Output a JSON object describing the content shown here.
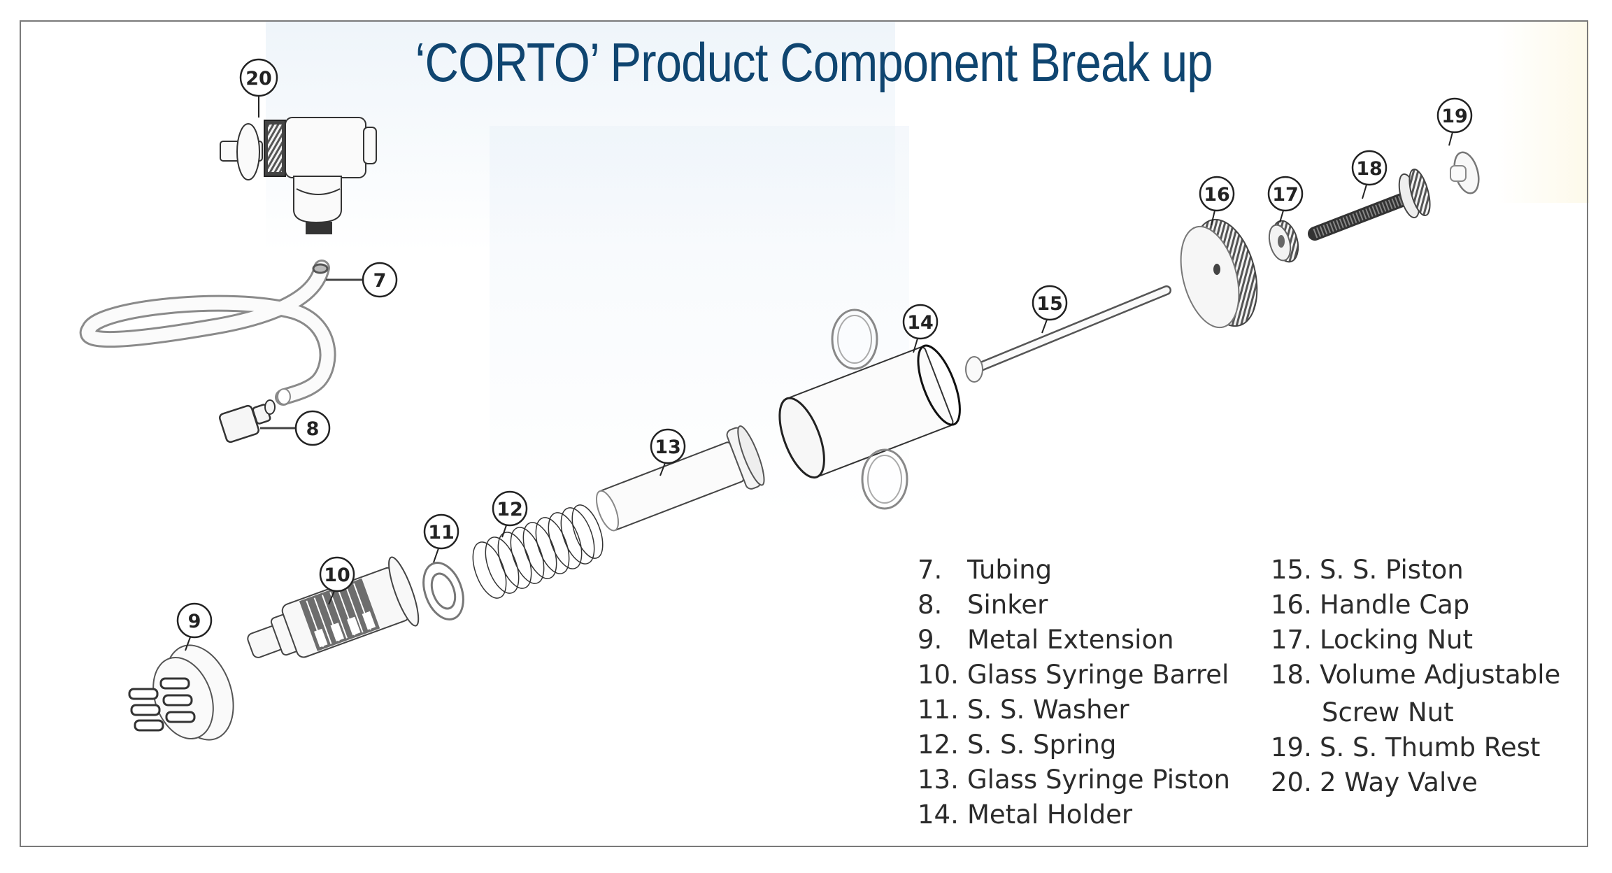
{
  "title": "‘CORTO’ Product Component Break up",
  "colors": {
    "title": "#0f4570",
    "text": "#2b2b2b",
    "frame": "#7a7a7a",
    "linework": "#3a3a3a"
  },
  "callouts": [
    {
      "id": "7",
      "label": "7"
    },
    {
      "id": "8",
      "label": "8"
    },
    {
      "id": "9",
      "label": "9"
    },
    {
      "id": "10",
      "label": "10"
    },
    {
      "id": "11",
      "label": "11"
    },
    {
      "id": "12",
      "label": "12"
    },
    {
      "id": "13",
      "label": "13"
    },
    {
      "id": "14",
      "label": "14"
    },
    {
      "id": "15",
      "label": "15"
    },
    {
      "id": "16",
      "label": "16"
    },
    {
      "id": "17",
      "label": "17"
    },
    {
      "id": "18",
      "label": "18"
    },
    {
      "id": "19",
      "label": "19"
    },
    {
      "id": "20",
      "label": "20"
    }
  ],
  "legend": {
    "left": [
      {
        "num": "7.",
        "label": "Tubing"
      },
      {
        "num": "8.",
        "label": "Sinker"
      },
      {
        "num": "9.",
        "label": "Metal Extension"
      },
      {
        "num": "10.",
        "label": "Glass Syringe Barrel"
      },
      {
        "num": "11.",
        "label": "S. S. Washer"
      },
      {
        "num": "12.",
        "label": "S. S. Spring"
      },
      {
        "num": "13.",
        "label": "Glass Syringe Piston"
      },
      {
        "num": "14.",
        "label": "Metal Holder"
      }
    ],
    "right": [
      {
        "num": "15.",
        "label": "S. S. Piston"
      },
      {
        "num": "16.",
        "label": "Handle Cap"
      },
      {
        "num": "17.",
        "label": "Locking Nut"
      },
      {
        "num": "18.",
        "label": "Volume Adjustable"
      },
      {
        "num": "",
        "label": "Screw Nut"
      },
      {
        "num": "19.",
        "label": "S. S.  Thumb Rest"
      },
      {
        "num": "20.",
        "label": "2 Way Valve"
      }
    ]
  }
}
